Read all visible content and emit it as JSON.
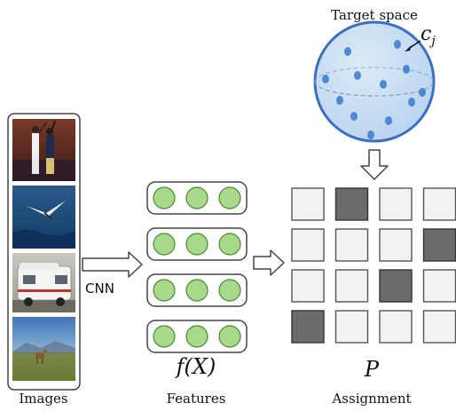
{
  "labels": {
    "target_space": "Target space",
    "centroid_base": "c",
    "centroid_sub": "j",
    "cnn": "CNN",
    "features_math": "f(X)",
    "assignment_math": "P",
    "images": "Images",
    "features": "Features",
    "assignment": "Assignment"
  },
  "images": [
    {
      "name": "basketball-photo",
      "subject": "basketball players"
    },
    {
      "name": "seabird-photo",
      "subject": "bird over ocean"
    },
    {
      "name": "camper-van-photo",
      "subject": "camper van"
    },
    {
      "name": "deer-field-photo",
      "subject": "deer in field"
    }
  ],
  "feature_rows": 4,
  "feature_cols": 3,
  "assignment_matrix": [
    [
      0,
      1,
      0,
      0
    ],
    [
      0,
      0,
      0,
      1
    ],
    [
      0,
      0,
      1,
      0
    ],
    [
      1,
      0,
      0,
      0
    ]
  ],
  "colors": {
    "feature_node_fill": "#a8d888",
    "feature_node_stroke": "#4a8a3a",
    "sphere_fill": "#cfe2f5",
    "sphere_stroke": "#3c6fc0",
    "centroid_dot": "#3f7fd0",
    "cell_on": "#6b6b6b",
    "cell_off": "#f2f2f2"
  }
}
